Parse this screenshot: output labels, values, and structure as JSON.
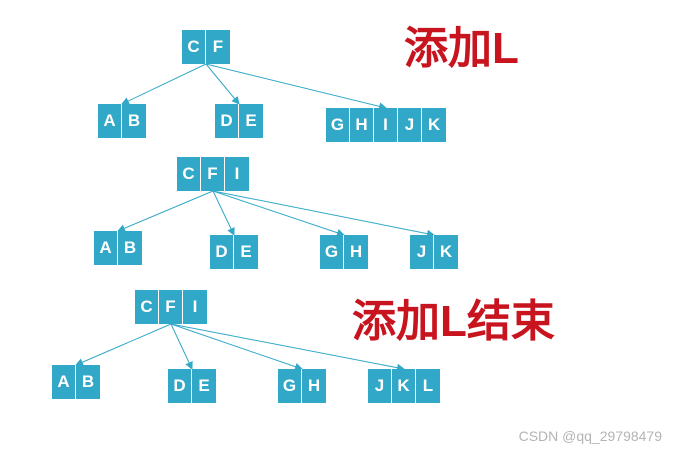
{
  "titles": {
    "top": {
      "cjk": "添加",
      "latin": "L"
    },
    "bottom": {
      "cjk1": "添加",
      "latin": "L",
      "cjk2": "结束"
    }
  },
  "tree1": {
    "root": [
      "C",
      "F"
    ],
    "children": [
      [
        "A",
        "B"
      ],
      [
        "D",
        "E"
      ],
      [
        "G",
        "H",
        "I",
        "J",
        "K"
      ]
    ]
  },
  "tree2": {
    "root": [
      "C",
      "F",
      "I"
    ],
    "children": [
      [
        "A",
        "B"
      ],
      [
        "D",
        "E"
      ],
      [
        "G",
        "H"
      ],
      [
        "J",
        "K"
      ]
    ]
  },
  "tree3": {
    "root": [
      "C",
      "F",
      "I"
    ],
    "children": [
      [
        "A",
        "B"
      ],
      [
        "D",
        "E"
      ],
      [
        "G",
        "H"
      ],
      [
        "J",
        "K",
        "L"
      ]
    ]
  },
  "watermark": "CSDN @qq_29798479",
  "colors": {
    "node": "#32a8c8",
    "edge": "#32a8c8",
    "title": "#c8141e"
  }
}
